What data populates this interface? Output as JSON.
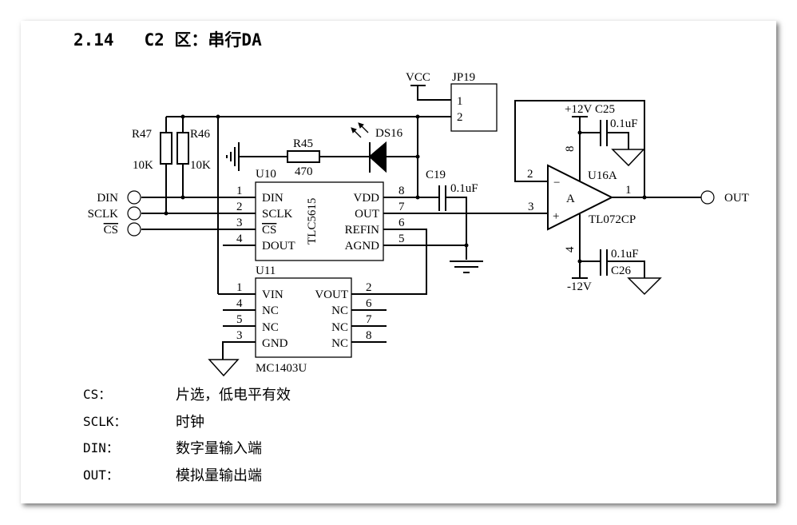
{
  "title": "2.14   C2 区：串行DA",
  "schematic": {
    "vcc": "VCC",
    "jp19": {
      "ref": "JP19",
      "pins": [
        "1",
        "2"
      ]
    },
    "r47": {
      "ref": "R47",
      "value": "10K"
    },
    "r46": {
      "ref": "R46",
      "value": "10K"
    },
    "r45": {
      "ref": "R45",
      "value": "470"
    },
    "ds16": "DS16",
    "c19": {
      "ref": "C19",
      "value": "0.1uF"
    },
    "c25": {
      "ref": "C25",
      "value": "0.1uF"
    },
    "c26": {
      "ref": "C26",
      "value": "0.1uF"
    },
    "pos_supply": "+12V",
    "neg_supply": "-12V",
    "inputs": [
      "DIN",
      "SCLK",
      "CS"
    ],
    "output": "OUT",
    "u10": {
      "ref": "U10",
      "part": "TLC5615",
      "left_pins": [
        {
          "num": "1",
          "name": "DIN"
        },
        {
          "num": "2",
          "name": "SCLK"
        },
        {
          "num": "3",
          "name": "CS"
        },
        {
          "num": "4",
          "name": "DOUT"
        }
      ],
      "right_pins": [
        {
          "num": "8",
          "name": "VDD"
        },
        {
          "num": "7",
          "name": "OUT"
        },
        {
          "num": "6",
          "name": "REFIN"
        },
        {
          "num": "5",
          "name": "AGND"
        }
      ]
    },
    "u11": {
      "ref": "U11",
      "part": "MC1403U",
      "left_pins": [
        {
          "num": "1",
          "name": "VIN"
        },
        {
          "num": "4",
          "name": "NC"
        },
        {
          "num": "5",
          "name": "NC"
        },
        {
          "num": "3",
          "name": "GND"
        }
      ],
      "right_pins": [
        {
          "num": "2",
          "name": "VOUT"
        },
        {
          "num": "6",
          "name": "NC"
        },
        {
          "num": "7",
          "name": "NC"
        },
        {
          "num": "8",
          "name": "NC"
        }
      ]
    },
    "u16": {
      "ref": "U16A",
      "part": "TL072CP",
      "unit": "A",
      "pins": {
        "inv": "2",
        "noninv": "3",
        "out": "1",
        "vpos": "8",
        "vneg": "4"
      },
      "minus": "−",
      "plus": "+"
    }
  },
  "notes": [
    {
      "label": "CS：",
      "text": "片选，低电平有效"
    },
    {
      "label": "SCLK：",
      "text": "时钟"
    },
    {
      "label": "DIN：",
      "text": "数字量输入端"
    },
    {
      "label": "OUT：",
      "text": "模拟量输出端"
    }
  ]
}
